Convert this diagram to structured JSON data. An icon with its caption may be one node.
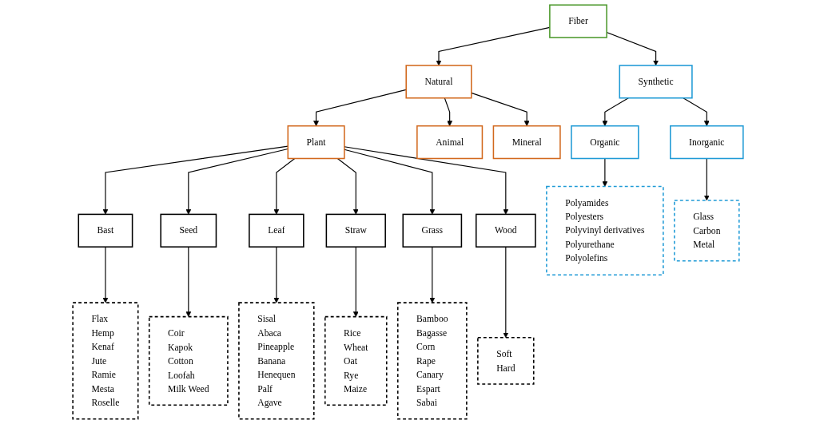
{
  "diagram": {
    "nodes": [
      {
        "text": [
          "Fiber"
        ]
      },
      {
        "text": [
          "Natural"
        ]
      },
      {
        "text": [
          "Synthetic"
        ]
      },
      {
        "text": [
          "Plant"
        ]
      },
      {
        "text": [
          "Animal"
        ]
      },
      {
        "text": [
          "Mineral"
        ]
      },
      {
        "text": [
          "Organic"
        ]
      },
      {
        "text": [
          "Inorganic"
        ]
      },
      {
        "text": [
          "Bast"
        ]
      },
      {
        "text": [
          "Seed"
        ]
      },
      {
        "text": [
          "Leaf"
        ]
      },
      {
        "text": [
          "Straw"
        ]
      },
      {
        "text": [
          "Grass"
        ]
      },
      {
        "text": [
          "Wood"
        ]
      },
      {
        "text": [
          "Flax",
          "Hemp",
          "Kenaf",
          "Jute",
          "Ramie",
          "Mesta",
          "Roselle"
        ]
      },
      {
        "text": [
          "Coir",
          "Kapok",
          "Cotton",
          "Loofah",
          "Milk Weed"
        ]
      },
      {
        "text": [
          "Sisal",
          "Abaca",
          "Pineapple",
          "Banana",
          "Henequen",
          "Palf",
          "Agave"
        ]
      },
      {
        "text": [
          "Rice",
          "Wheat",
          "Oat",
          "Rye",
          "Maize"
        ]
      },
      {
        "text": [
          "Bamboo",
          "Bagasse",
          "Corn",
          "Rape",
          "Canary",
          "Espart",
          "Sabai"
        ]
      },
      {
        "text": [
          "Soft",
          "Hard"
        ]
      },
      {
        "text": [
          "Polyamides",
          "Polyesters",
          "Polyvinyl derivatives",
          "Polyurethane",
          "Polyolefins"
        ]
      },
      {
        "text": [
          "Glass",
          "Carbon",
          "Metal"
        ]
      }
    ],
    "edges": [
      {
        "from": 0,
        "to": 1,
        "arrow": "to"
      },
      {
        "from": 0,
        "to": 2,
        "arrow": "to"
      },
      {
        "from": 1,
        "to": 3,
        "arrow": "to"
      },
      {
        "from": 1,
        "to": 4,
        "arrow": "to"
      },
      {
        "from": 1,
        "to": 5,
        "arrow": "to"
      },
      {
        "from": 2,
        "to": 6,
        "arrow": "to"
      },
      {
        "from": 2,
        "to": 7,
        "arrow": "to"
      },
      {
        "from": 3,
        "to": 8,
        "arrow": "to"
      },
      {
        "from": 3,
        "to": 9,
        "arrow": "to"
      },
      {
        "from": 3,
        "to": 10,
        "arrow": "to"
      },
      {
        "from": 3,
        "to": 11,
        "arrow": "to"
      },
      {
        "from": 3,
        "to": 12,
        "arrow": "to"
      },
      {
        "from": 3,
        "to": 13,
        "arrow": "to"
      },
      {
        "from": 8,
        "to": 14,
        "arrow": "to"
      },
      {
        "from": 9,
        "to": 15,
        "arrow": "to"
      },
      {
        "from": 10,
        "to": 16,
        "arrow": "to"
      },
      {
        "from": 11,
        "to": 17,
        "arrow": "to"
      },
      {
        "from": 12,
        "to": 18,
        "arrow": "to"
      },
      {
        "from": 13,
        "to": 19,
        "arrow": "to"
      },
      {
        "from": 6,
        "to": 20,
        "arrow": "to"
      },
      {
        "from": 7,
        "to": 21,
        "arrow": "to"
      }
    ]
  }
}
